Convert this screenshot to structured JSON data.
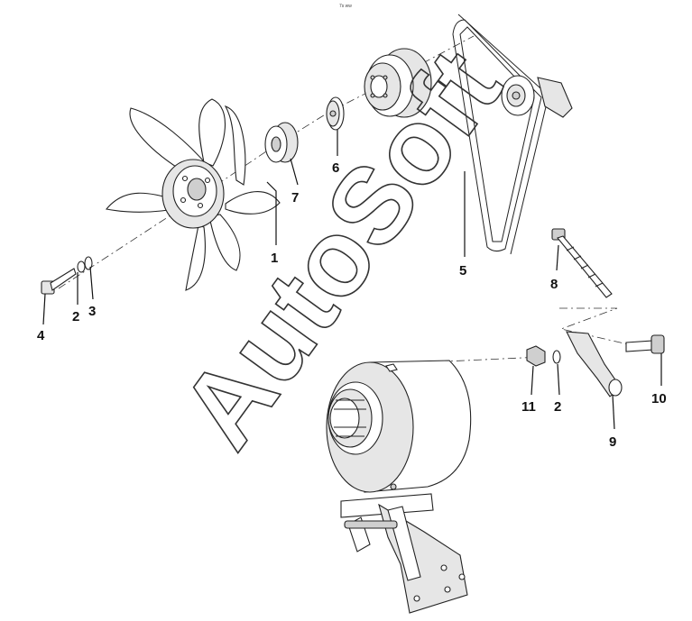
{
  "diagram": {
    "top_mark": "7s ww",
    "watermark": "AutoSoft",
    "callouts": [
      "1",
      "2",
      "3",
      "4",
      "5",
      "6",
      "7",
      "8",
      "9",
      "10",
      "11",
      "2"
    ]
  }
}
